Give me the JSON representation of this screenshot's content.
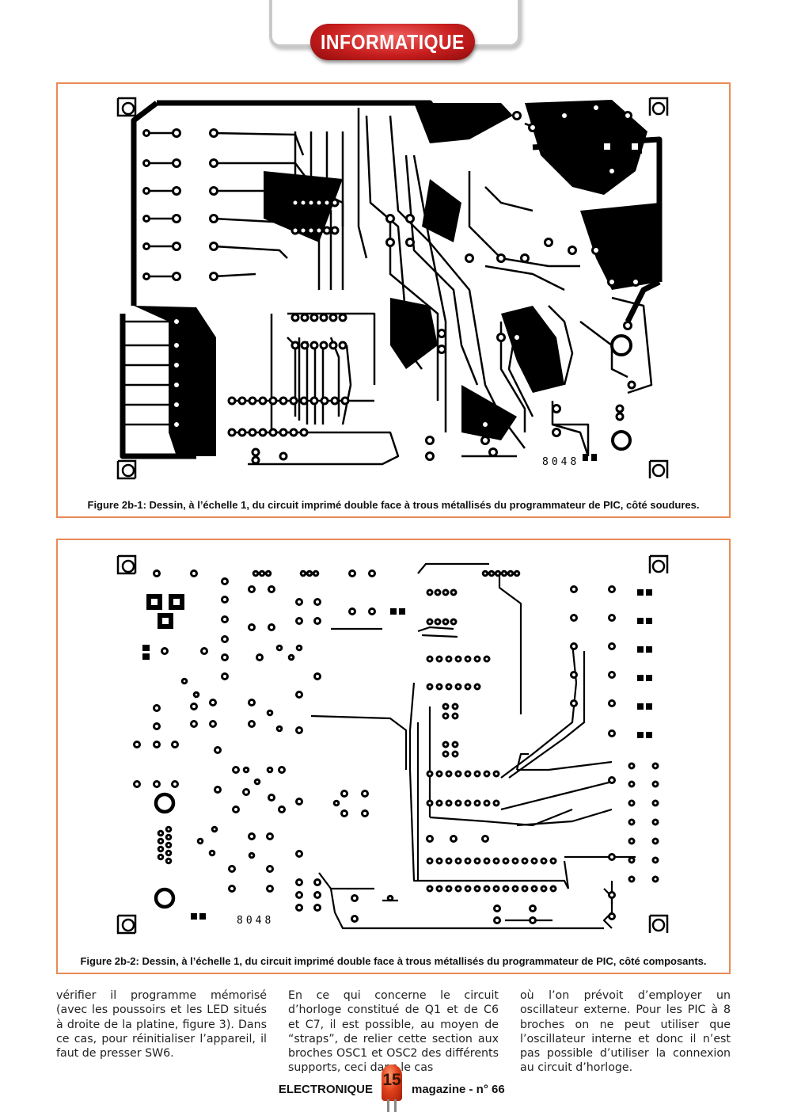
{
  "header": {
    "section": "INFORMATIQUE"
  },
  "figures": [
    {
      "caption": "Figure 2b-1: Dessin, à l’échelle 1, du circuit imprimé double face à trous métallisés du programmateur de PIC, côté soudures.",
      "board_code": "8048"
    },
    {
      "caption": "Figure 2b-2: Dessin, à l’échelle 1, du circuit imprimé double face à trous métallisés du programmateur de PIC, côté composants.",
      "board_code": "8048"
    }
  ],
  "body": {
    "col1": "vérifier il programme mémorisé (avec les poussoirs et les LED situés à droite de la platine, figure 3). Dans ce cas, pour réinitialiser l’appareil, il faut de presser SW6.",
    "col2": "En ce qui concerne le circuit d’horloge constitué de Q1 et de C6 et C7, il est possible, au moyen de “straps”, de relier cette section aux broches OSC1 et OSC2 des différents supports, ceci dans le cas",
    "col3": "où l’on prévoit d’employer un oscillateur externe. Pour les PIC à 8 broches on ne peut utiliser que l’oscillateur interne et donc il n’est pas possible d’utiliser la connexion au circuit d’horloge."
  },
  "footer": {
    "magazine": "ELECTRONIQUE",
    "page_number": "15",
    "issue": "magazine - n° 66"
  },
  "colors": {
    "accent_red": "#c81e1e",
    "frame_orange": "#e88a55"
  }
}
